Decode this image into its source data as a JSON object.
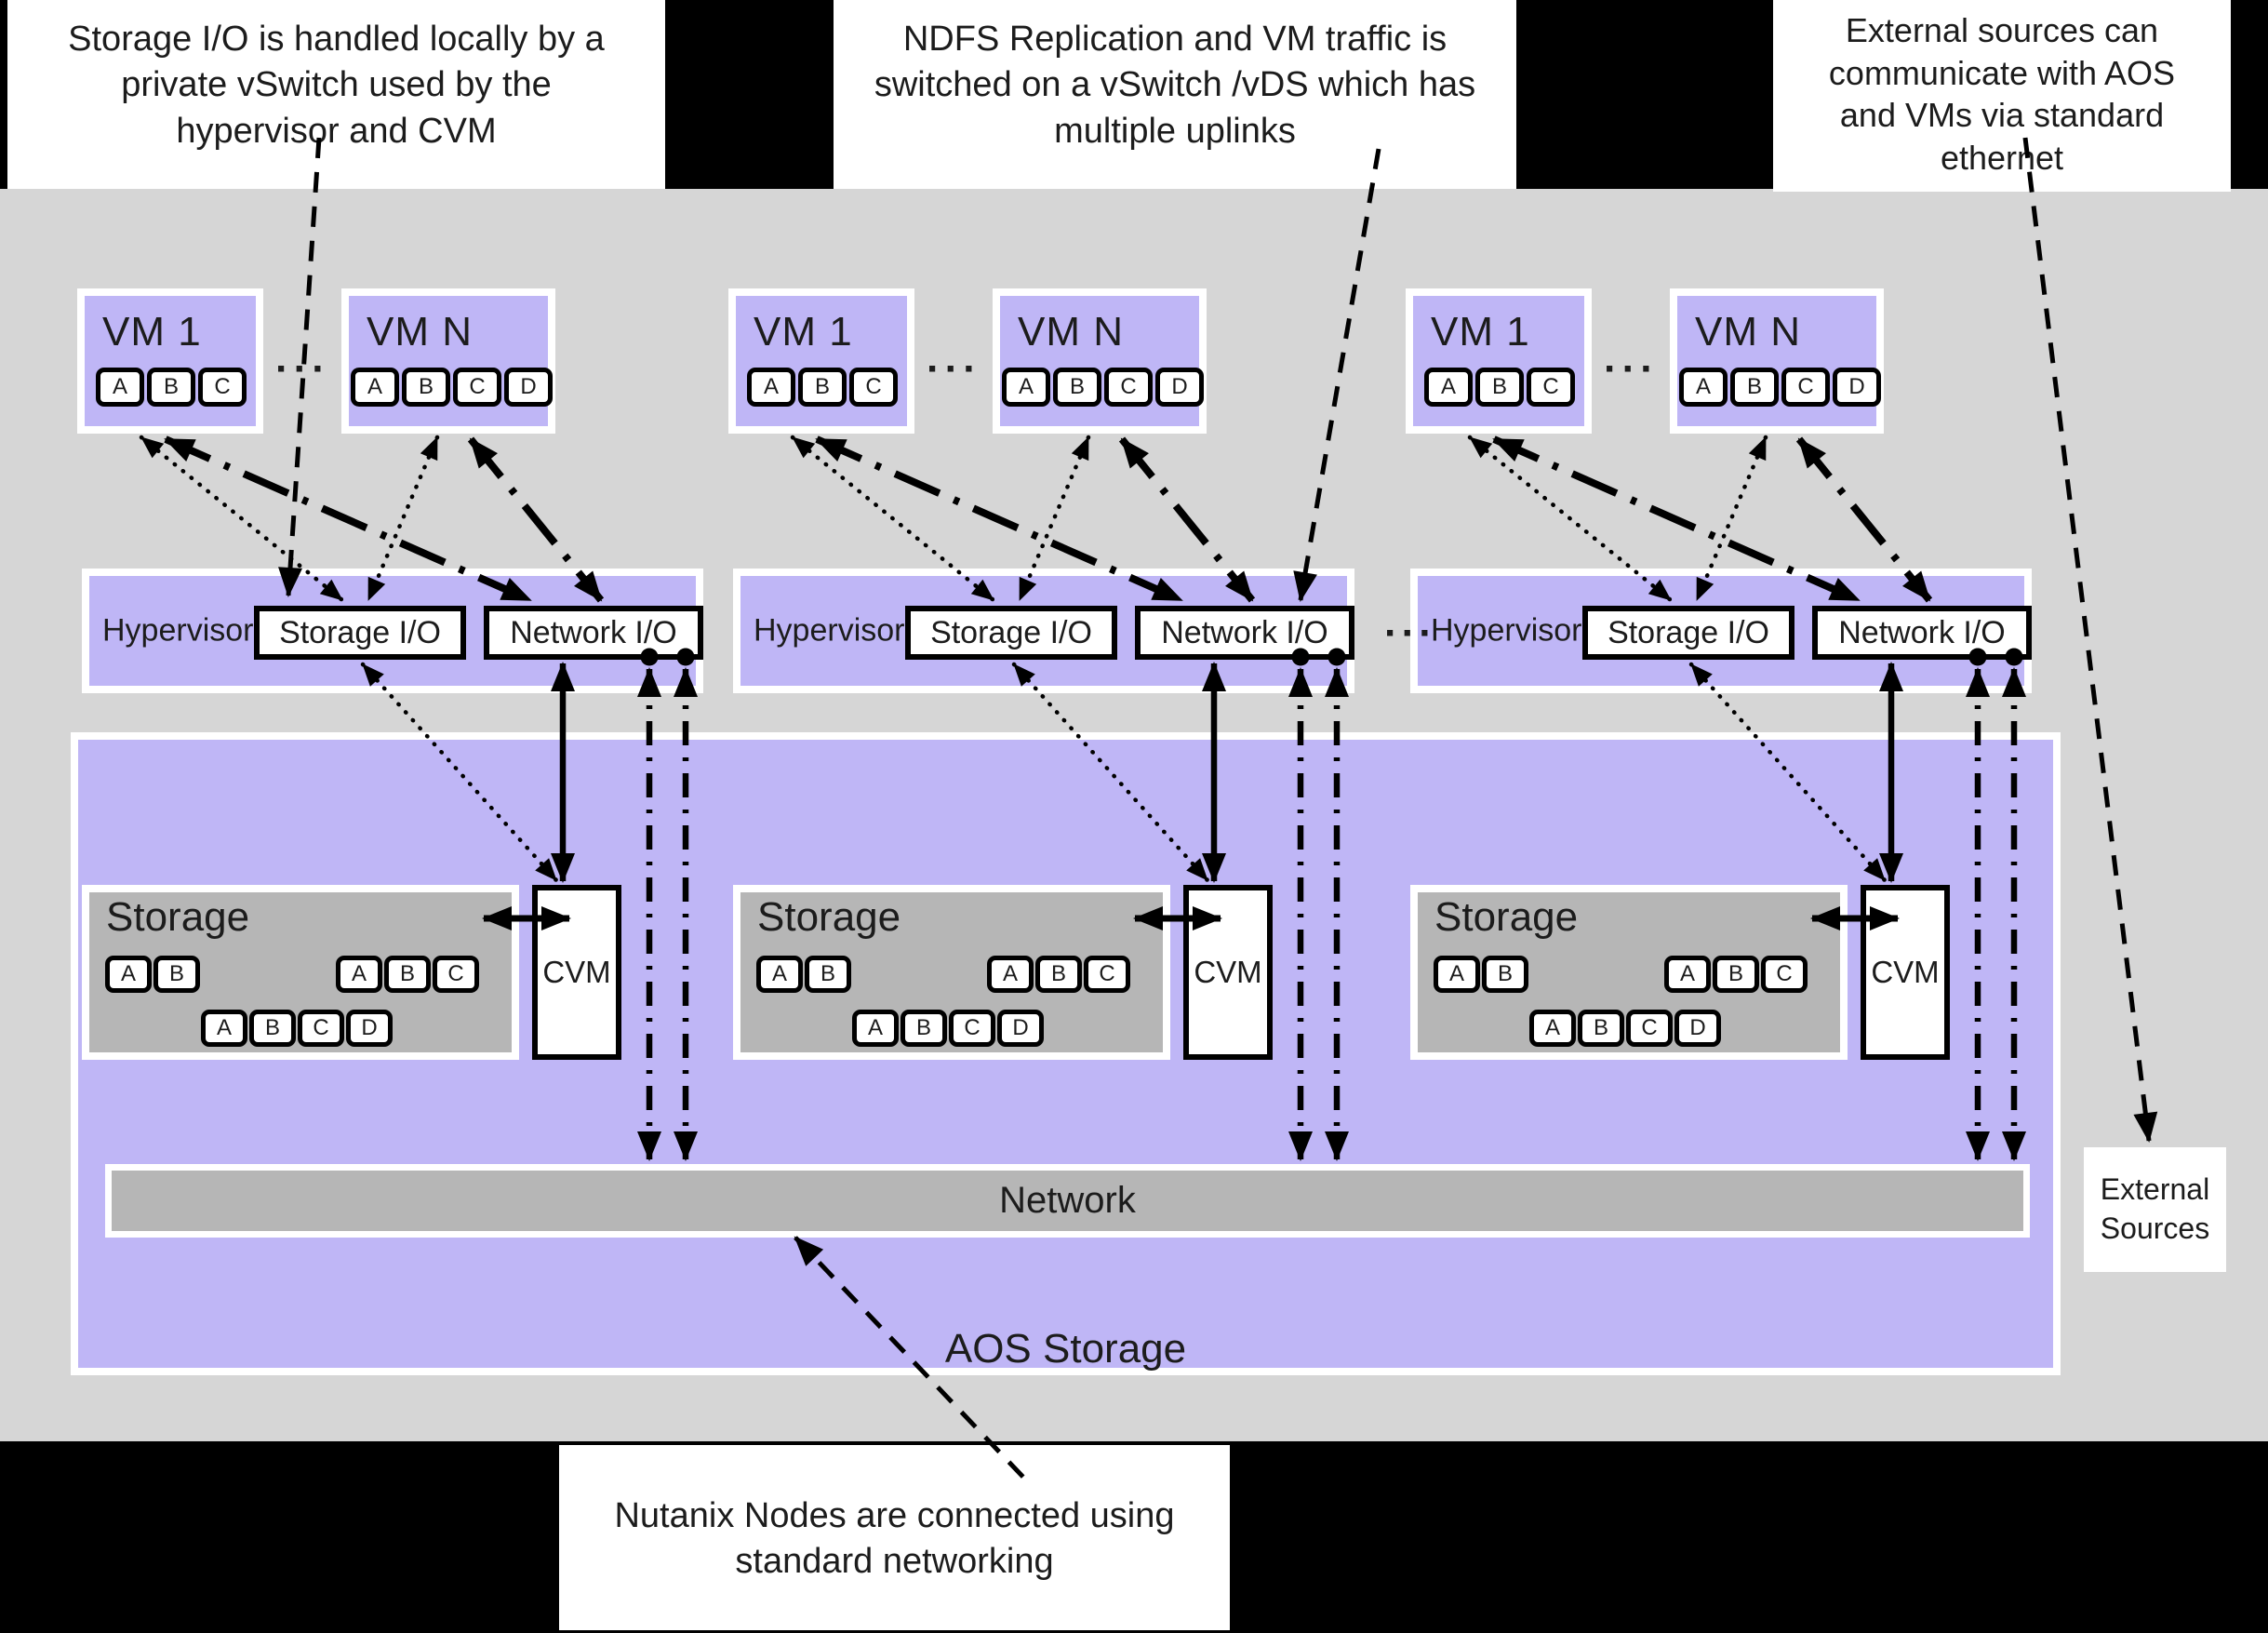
{
  "colors": {
    "background": "#000000",
    "canvas_gray": "#d6d6d6",
    "purple": "#bfb6f6",
    "box_gray": "#b6b6b6",
    "white": "#ffffff",
    "line_black": "#000000"
  },
  "annotations": {
    "storage_io_note": "Storage I/O is handled locally by a private vSwitch used by the hypervisor and CVM",
    "replication_note": "NDFS Replication and VM traffic is switched on a vSwitch /vDS which has multiple uplinks",
    "external_note": "External sources can communicate with AOS and VMs via standard ethernet",
    "networking_note": "Nutanix Nodes are connected using standard networking"
  },
  "decor": {
    "ellipsis": "···"
  },
  "nodes": [
    {
      "vm1": {
        "label": "VM 1",
        "disks": [
          "A",
          "B",
          "C"
        ]
      },
      "vmn": {
        "label": "VM N",
        "disks": [
          "A",
          "B",
          "C",
          "D"
        ]
      },
      "hypervisor": {
        "label": "Hypervisor",
        "storage_io": "Storage I/O",
        "network_io": "Network I/O"
      },
      "storage": {
        "label": "Storage",
        "groups": [
          [
            "A",
            "B"
          ],
          [
            "A",
            "B",
            "C"
          ],
          [
            "A",
            "B",
            "C",
            "D"
          ]
        ]
      },
      "cvm": {
        "label": "CVM"
      }
    },
    {
      "vm1": {
        "label": "VM 1",
        "disks": [
          "A",
          "B",
          "C"
        ]
      },
      "vmn": {
        "label": "VM N",
        "disks": [
          "A",
          "B",
          "C",
          "D"
        ]
      },
      "hypervisor": {
        "label": "Hypervisor",
        "storage_io": "Storage I/O",
        "network_io": "Network I/O"
      },
      "storage": {
        "label": "Storage",
        "groups": [
          [
            "A",
            "B"
          ],
          [
            "A",
            "B",
            "C"
          ],
          [
            "A",
            "B",
            "C",
            "D"
          ]
        ]
      },
      "cvm": {
        "label": "CVM"
      }
    },
    {
      "vm1": {
        "label": "VM 1",
        "disks": [
          "A",
          "B",
          "C"
        ]
      },
      "vmn": {
        "label": "VM N",
        "disks": [
          "A",
          "B",
          "C",
          "D"
        ]
      },
      "hypervisor": {
        "label": "Hypervisor",
        "storage_io": "Storage I/O",
        "network_io": "Network I/O"
      },
      "storage": {
        "label": "Storage",
        "groups": [
          [
            "A",
            "B"
          ],
          [
            "A",
            "B",
            "C"
          ],
          [
            "A",
            "B",
            "C",
            "D"
          ]
        ]
      },
      "cvm": {
        "label": "CVM"
      }
    }
  ],
  "aos": {
    "label": "AOS Storage",
    "network_label": "Network"
  },
  "external_sources": {
    "label": "External Sources"
  }
}
